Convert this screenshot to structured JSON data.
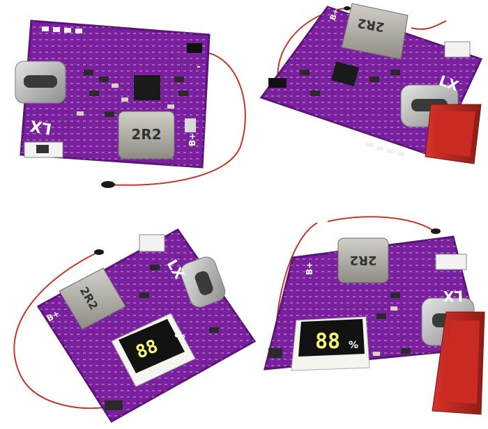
{
  "image": {
    "subject": "four purple charging-board PCBs with thermistor wires",
    "colors": {
      "pcb": "#7a1f9e",
      "pcb_dark": "#5a1378",
      "inductor": "#b9b6b0",
      "usb_metal": "#cfcfcf",
      "chip": "#1a1a1a",
      "wire": "#c0392b",
      "display": "#121212",
      "display_digits": "#f4f47a"
    }
  },
  "boards": [
    {
      "inductor_label": "2R2",
      "brand_mark": "LX",
      "pad_label": "B+",
      "pad_label_minus": "-",
      "has_display": false
    },
    {
      "inductor_label": "2R2",
      "brand_mark": "LX",
      "pad_label": "B+",
      "has_display": false
    },
    {
      "inductor_label": "2R2",
      "brand_mark": "LX",
      "pad_label": "B+",
      "has_display": true,
      "display_value": "88",
      "display_unit": "%"
    },
    {
      "inductor_label": "2R2",
      "brand_mark": "LX",
      "pad_label": "B+",
      "has_display": true,
      "display_value": "88",
      "display_unit": "%"
    }
  ]
}
